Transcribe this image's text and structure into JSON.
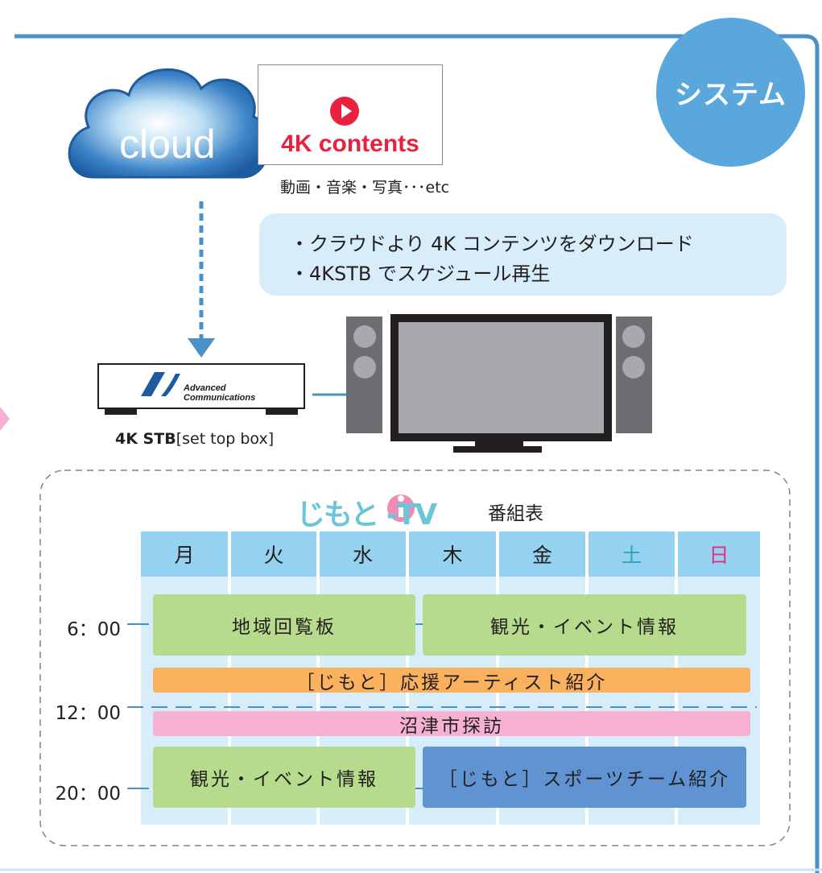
{
  "system_badge": {
    "label": "システム"
  },
  "cloud": {
    "label": "cloud"
  },
  "content_card": {
    "title": "4K contents",
    "subtitle": "動画・音楽・写真･･･etc"
  },
  "features": [
    "・クラウドより 4K コンテンツをダウンロード",
    "・4KSTB でスケジュール再生"
  ],
  "stb": {
    "name_bold": "4K STB",
    "name_rest": "[set top box]",
    "brand_line1": "Advanced",
    "brand_line2": "Communications"
  },
  "program_table": {
    "logo": "じもと   -TV",
    "title": "番組表",
    "days": [
      "月",
      "火",
      "水",
      "木",
      "金",
      "土",
      "日"
    ],
    "day_colors": [
      "#231f20",
      "#231f20",
      "#231f20",
      "#231f20",
      "#231f20",
      "#29a7c2",
      "#e6307d"
    ],
    "times": [
      "6：00",
      "12：00",
      "20：00"
    ],
    "programs": [
      {
        "label": "地域回覧板",
        "color": "green"
      },
      {
        "label": "観光・イベント情報",
        "color": "green"
      },
      {
        "label": "［じもと］応援アーティスト紹介",
        "color": "orange"
      },
      {
        "label": "沼津市探訪",
        "color": "pink"
      },
      {
        "label": "観光・イベント情報",
        "color": "green"
      },
      {
        "label": "［じもと］スポーツチーム紹介",
        "color": "blue"
      }
    ]
  },
  "colors": {
    "accent_blue": "#5aa7dd",
    "red": "#e8213f",
    "light_blue": "#d7edf9"
  }
}
